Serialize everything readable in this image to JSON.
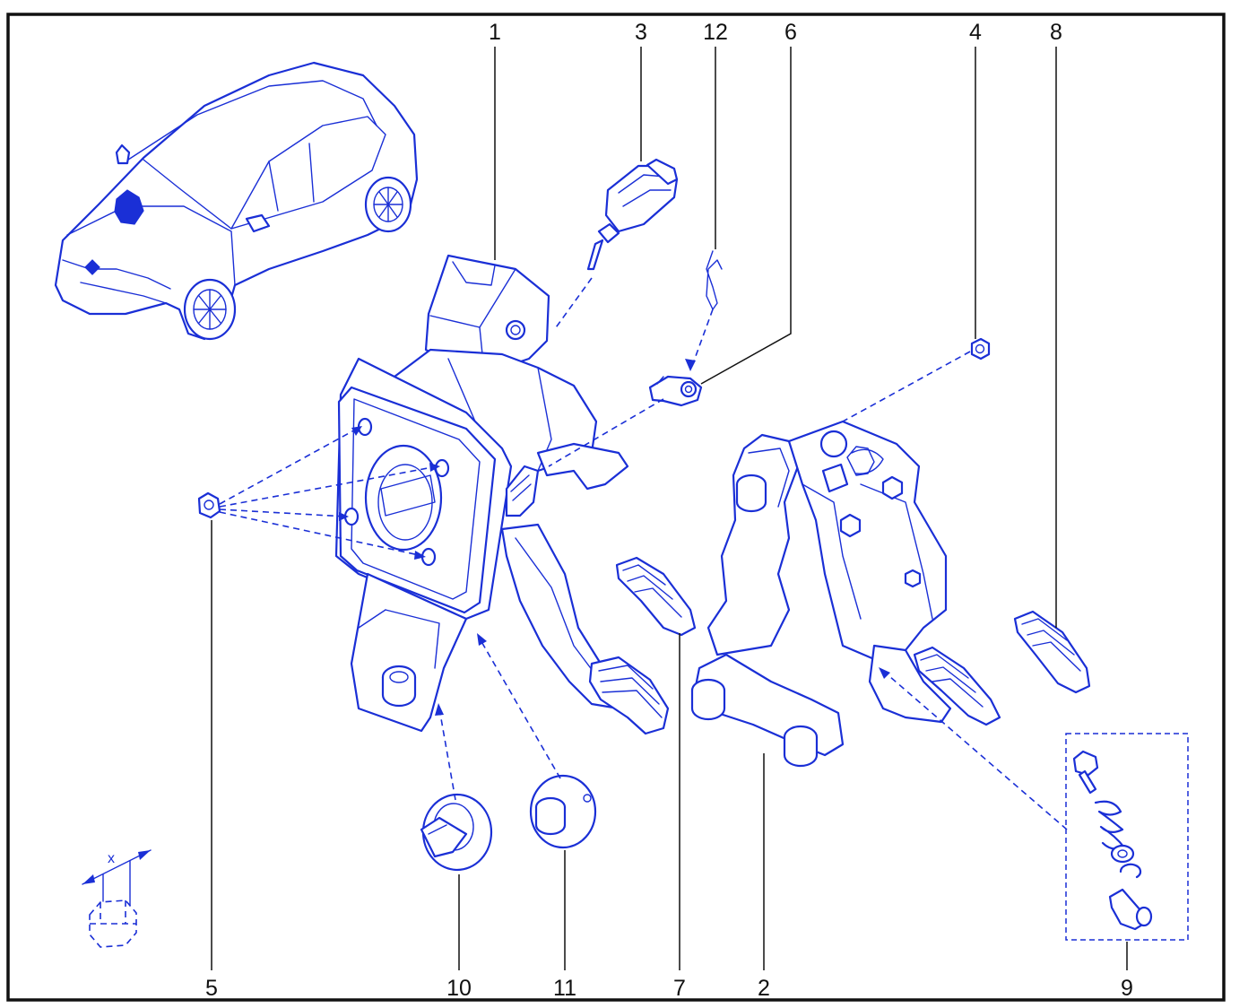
{
  "diagram": {
    "callouts": [
      {
        "id": "1",
        "label": "1"
      },
      {
        "id": "3",
        "label": "3"
      },
      {
        "id": "12",
        "label": "12"
      },
      {
        "id": "6",
        "label": "6"
      },
      {
        "id": "4",
        "label": "4"
      },
      {
        "id": "8",
        "label": "8"
      },
      {
        "id": "5",
        "label": "5"
      },
      {
        "id": "10",
        "label": "10"
      },
      {
        "id": "11",
        "label": "11"
      },
      {
        "id": "7",
        "label": "7"
      },
      {
        "id": "2",
        "label": "2"
      },
      {
        "id": "9",
        "label": "9"
      }
    ],
    "dimension_label": "x",
    "colors": {
      "line_art": "#1a2fd6",
      "callout_text": "#111111",
      "frame": "#111111",
      "background": "#ffffff"
    }
  }
}
